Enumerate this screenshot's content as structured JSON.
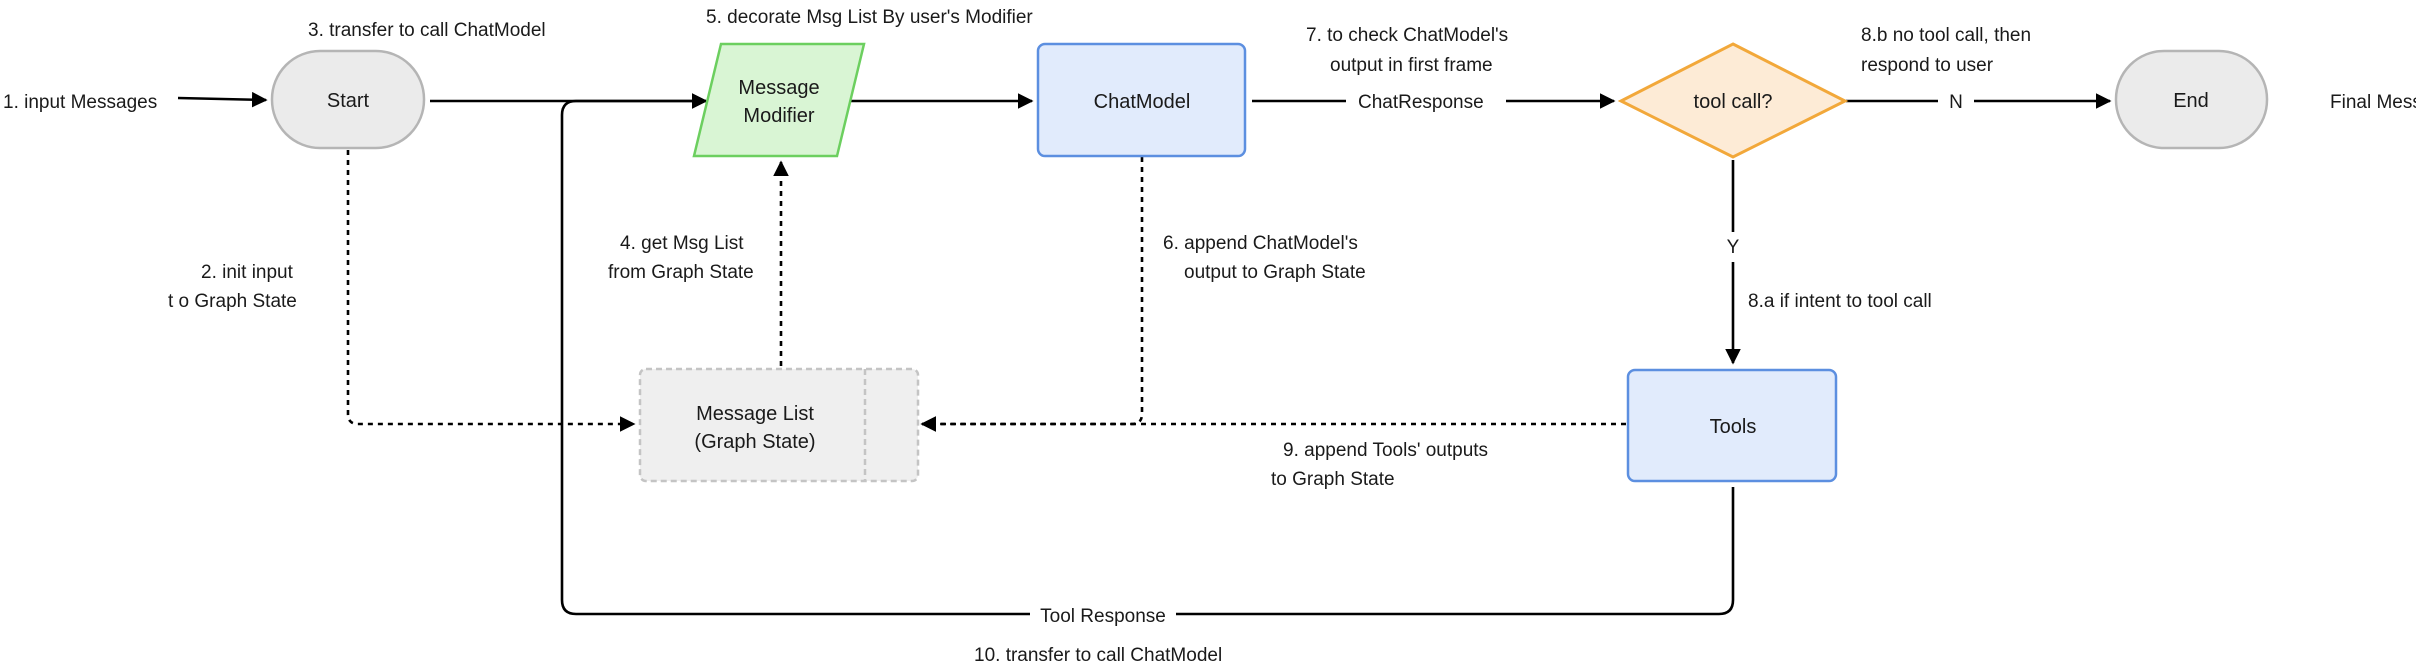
{
  "nodes": {
    "start": "Start",
    "modifier_line1": "Message",
    "modifier_line2": "Modifier",
    "chatmodel": "ChatModel",
    "decision": "tool call?",
    "end": "End",
    "tools": "Tools",
    "msglist_line1": "Message List",
    "msglist_line2": "(Graph State)"
  },
  "labels": {
    "input_messages": "1. input Messages",
    "init_input_1": "2. init input",
    "init_input_2": "t o Graph State",
    "transfer_call": "3. transfer to call ChatModel",
    "get_msg_list_1": "4. get Msg List",
    "get_msg_list_2": "from Graph State",
    "decorate": "5. decorate Msg List By user's Modifier",
    "append_chatmodel_1": "6. append ChatModel's",
    "append_chatmodel_2": "output to Graph State",
    "check_output_1": "7. to check ChatModel's",
    "check_output_2": "output in first frame",
    "chat_response": "ChatResponse",
    "if_intent": "8.a if intent to tool  call",
    "no_tool_1": "8.b no tool call, then",
    "no_tool_2": "respond to user",
    "yes": "Y",
    "no": "N",
    "final_message": "Final Message",
    "append_tools_1": "9. append Tools' outputs",
    "append_tools_2": "to Graph State",
    "tool_response": "Tool Response",
    "transfer_call_10": "10. transfer to  call ChatModel"
  },
  "colors": {
    "terminal_fill": "#ebebeb",
    "terminal_stroke": "#b5b5b5",
    "modifier_fill": "#d9f5d4",
    "modifier_stroke": "#6ccf5f",
    "process_fill": "#e1ebfc",
    "process_stroke": "#5c8fe0",
    "decision_fill": "#fdebd6",
    "decision_stroke": "#f2a83a",
    "state_fill": "#efefef",
    "state_stroke": "#c4c4c4"
  }
}
